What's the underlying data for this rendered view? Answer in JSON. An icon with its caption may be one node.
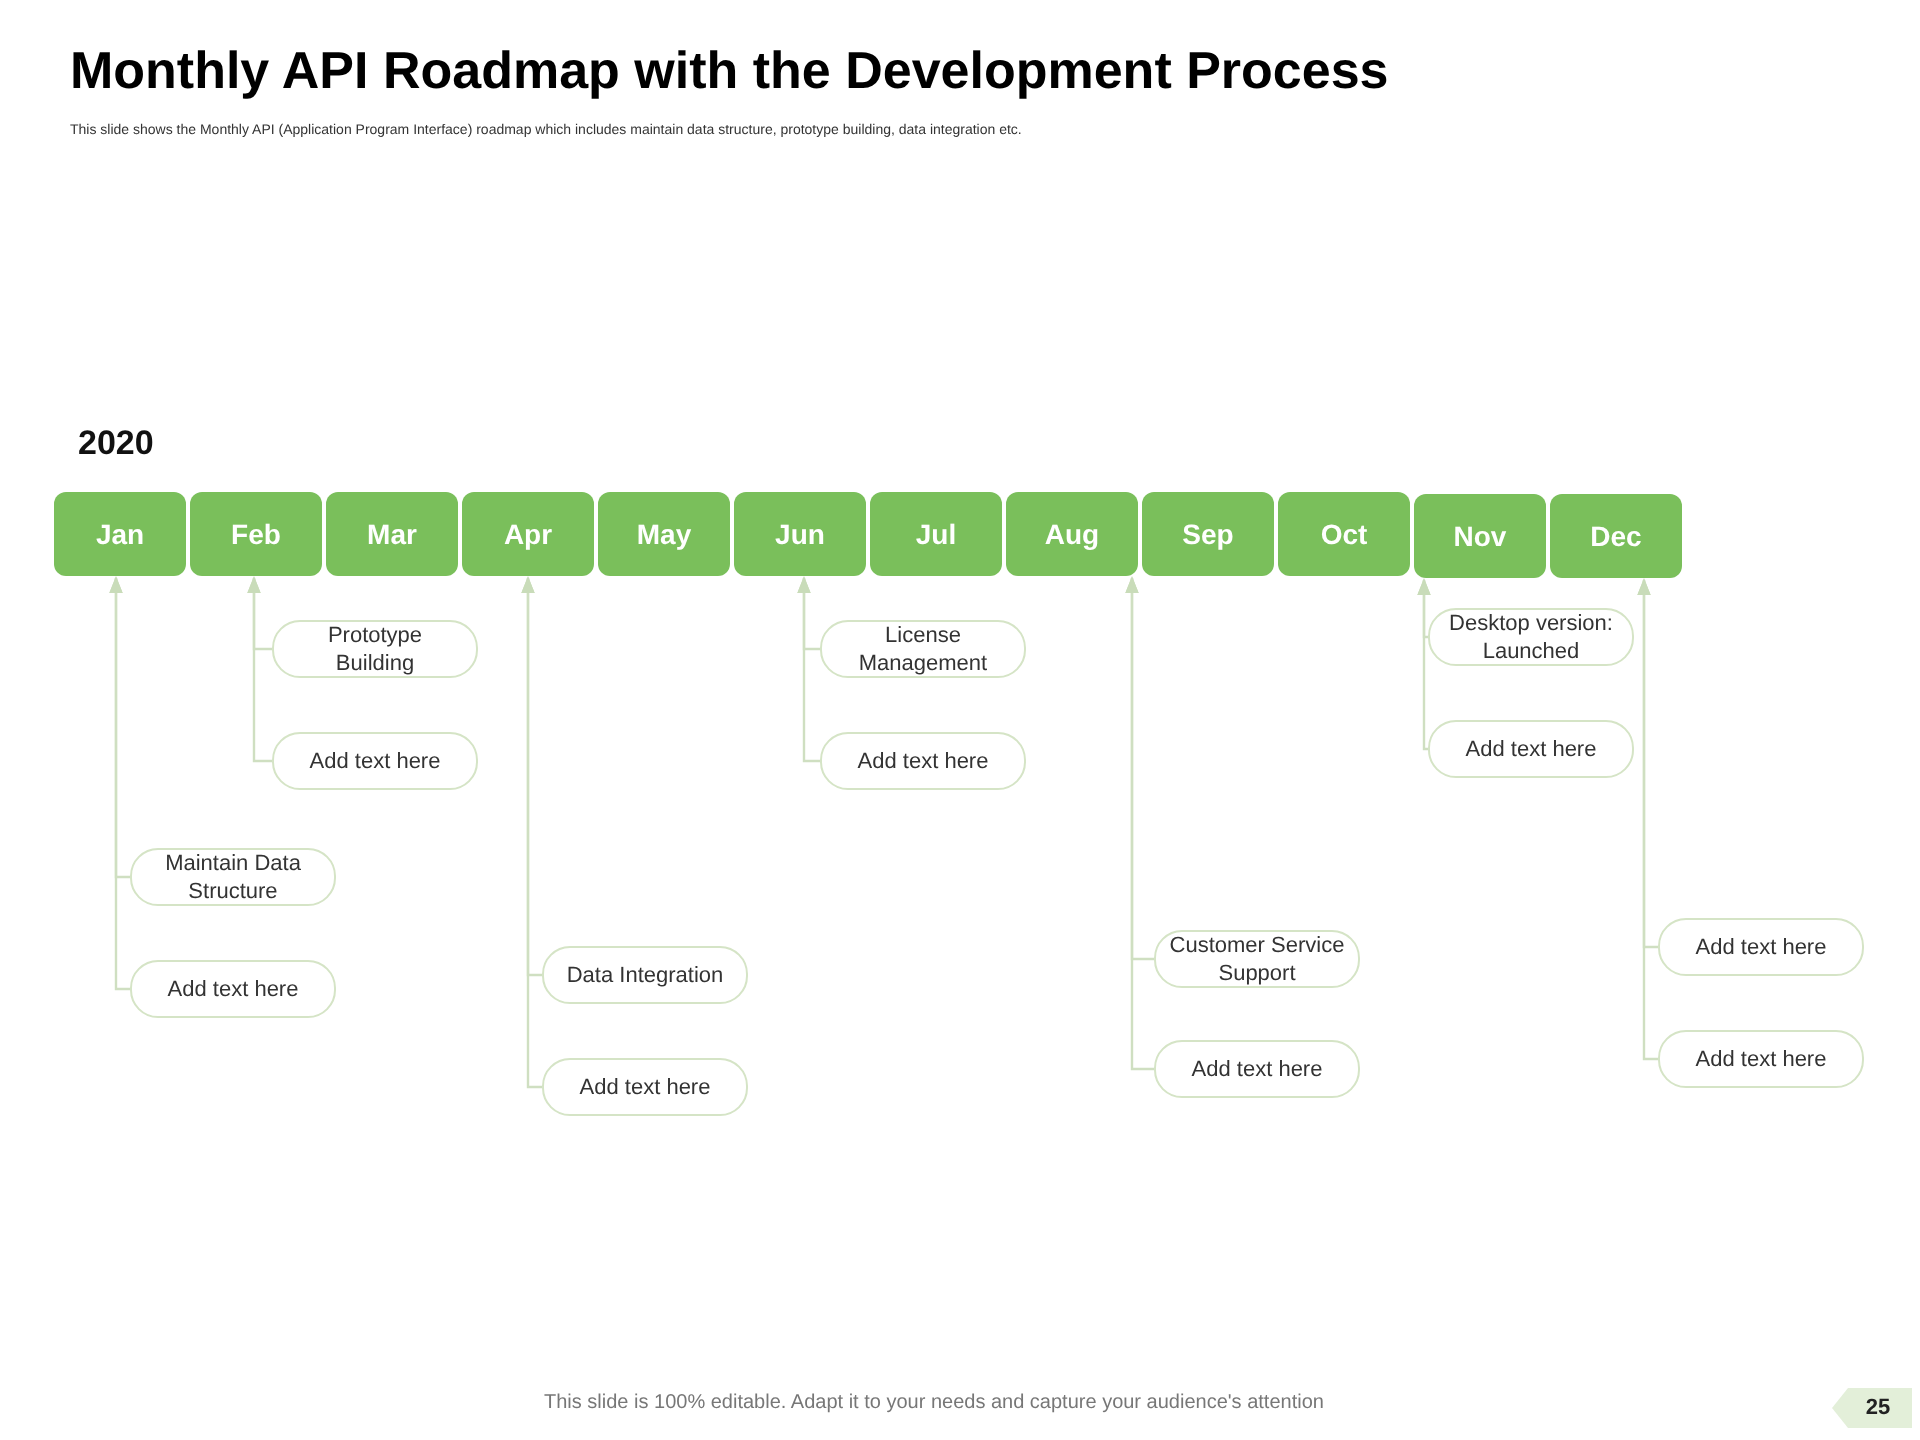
{
  "diagram": {
    "title": "Monthly API Roadmap with the Development Process",
    "nodes": [
      {
        "text": [
          "Jan"
        ]
      },
      {
        "text": [
          "Feb"
        ]
      },
      {
        "text": [
          "Mar"
        ]
      },
      {
        "text": [
          "Apr"
        ]
      },
      {
        "text": [
          "May"
        ]
      },
      {
        "text": [
          "Jun"
        ]
      },
      {
        "text": [
          "Jul"
        ]
      },
      {
        "text": [
          "Aug"
        ]
      },
      {
        "text": [
          "Sep"
        ]
      },
      {
        "text": [
          "Oct"
        ]
      },
      {
        "text": [
          "Nov"
        ]
      },
      {
        "text": [
          "Dec"
        ]
      },
      {
        "text": [
          "Prototype Building"
        ]
      },
      {
        "text": [
          "Add text here"
        ]
      },
      {
        "text": [
          "License Management"
        ]
      },
      {
        "text": [
          "Add text here"
        ]
      },
      {
        "text": [
          "Desktop version: Launched"
        ]
      },
      {
        "text": [
          "Add text here"
        ]
      },
      {
        "text": [
          "Maintain Data Structure"
        ]
      },
      {
        "text": [
          "Add text here"
        ]
      },
      {
        "text": [
          "Add text here"
        ]
      },
      {
        "text": [
          "Customer Service Support"
        ]
      },
      {
        "text": [
          "Data Integration"
        ]
      },
      {
        "text": [
          "Add text here"
        ]
      },
      {
        "text": [
          "Add text here"
        ]
      },
      {
        "text": [
          "Add text here"
        ]
      }
    ],
    "edges": [
      {
        "from": 12,
        "to": 1,
        "arrow": "to"
      },
      {
        "from": 13,
        "to": 1,
        "arrow": "to"
      },
      {
        "from": 14,
        "to": 5,
        "arrow": "to"
      },
      {
        "from": 15,
        "to": 5,
        "arrow": "to"
      },
      {
        "from": 16,
        "to": 10,
        "arrow": "to"
      },
      {
        "from": 17,
        "to": 10,
        "arrow": "to"
      },
      {
        "from": 18,
        "to": 0,
        "arrow": "to"
      },
      {
        "from": 19,
        "to": 0,
        "arrow": "to"
      },
      {
        "from": 20,
        "to": 11,
        "arrow": "to"
      },
      {
        "from": 21,
        "to": 7,
        "arrow": "to"
      },
      {
        "from": 22,
        "to": 3,
        "arrow": "to"
      },
      {
        "from": 23,
        "to": 11,
        "arrow": "to"
      },
      {
        "from": 24,
        "to": 7,
        "arrow": "to"
      },
      {
        "from": 25,
        "to": 3,
        "arrow": "to"
      }
    ],
    "labels": [
      "This slide shows the Monthly API (Application Program Interface) roadmap which includes maintain data structure, prototype building, data integration etc.",
      "2020",
      "This slide is 100% editable. Adapt it to your needs and capture your audience's attention",
      "25"
    ]
  }
}
